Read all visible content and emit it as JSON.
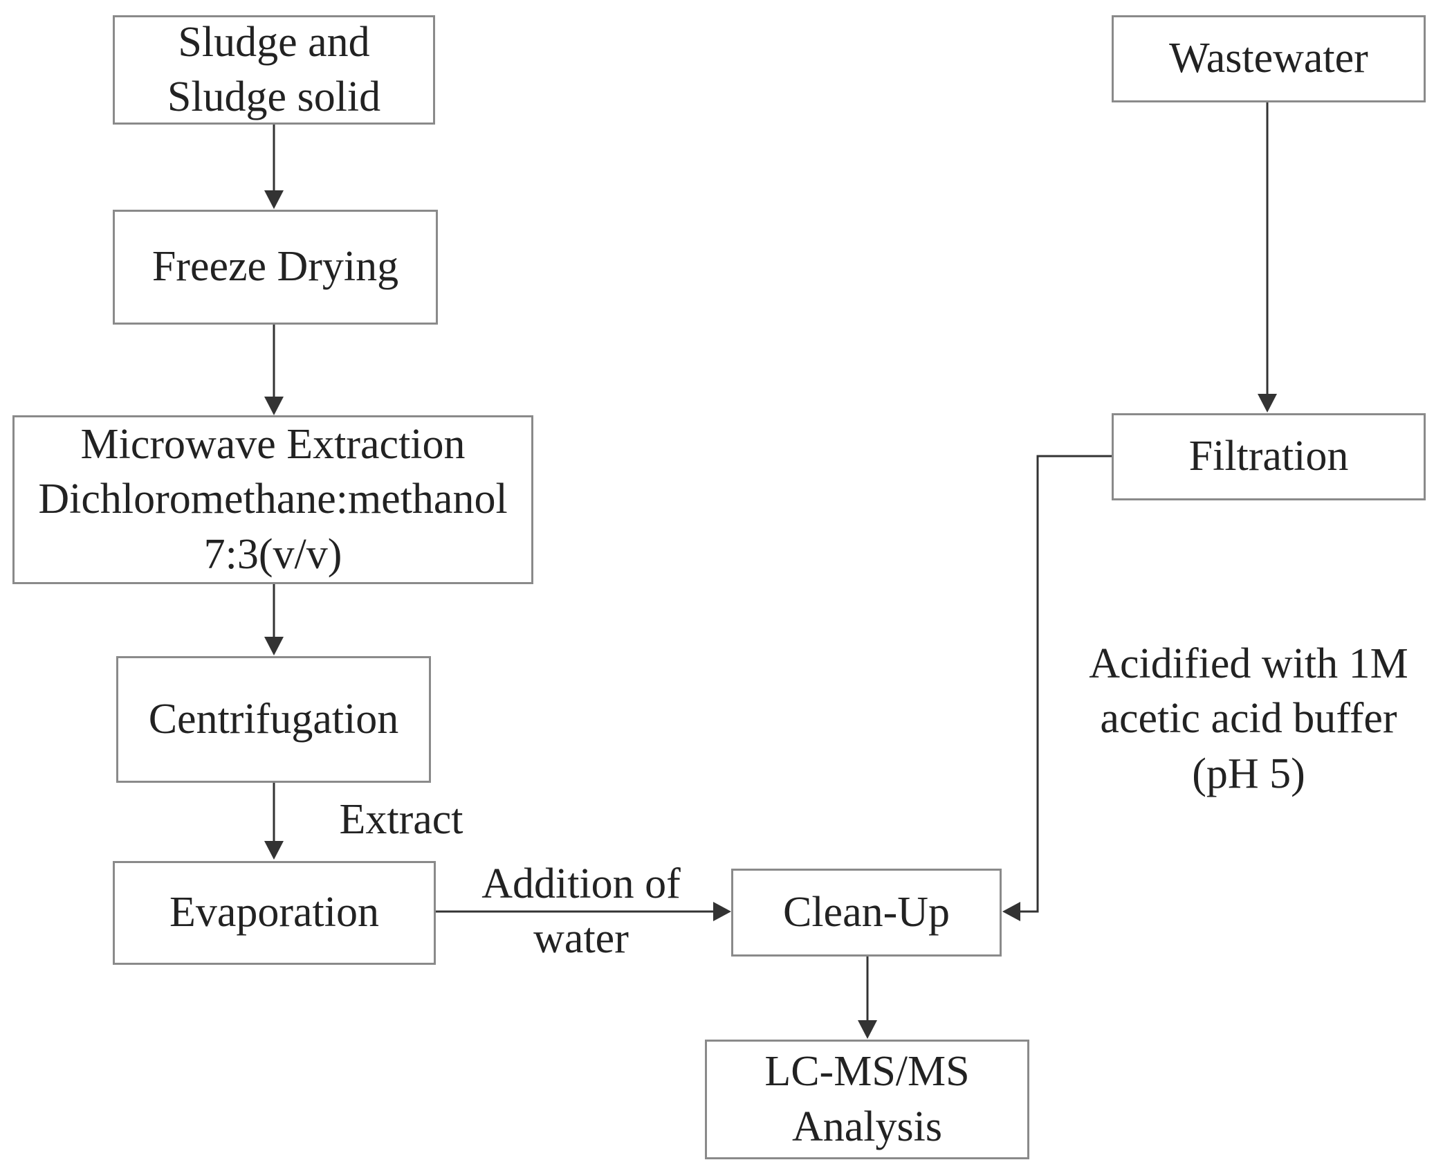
{
  "nodes": {
    "sludge": {
      "lines": [
        "Sludge and",
        "Sludge solid"
      ]
    },
    "freeze_drying": {
      "lines": [
        "Freeze Drying"
      ]
    },
    "microwave": {
      "lines": [
        "Microwave Extraction",
        "Dichloromethane:methanol",
        "7:3(v/v)"
      ]
    },
    "centrifugation": {
      "lines": [
        "Centrifugation"
      ]
    },
    "evaporation": {
      "lines": [
        "Evaporation"
      ]
    },
    "cleanup": {
      "lines": [
        "Clean-Up"
      ]
    },
    "lcms": {
      "lines": [
        "LC-MS/MS",
        "Analysis"
      ]
    },
    "wastewater": {
      "lines": [
        "Wastewater"
      ]
    },
    "filtration": {
      "lines": [
        "Filtration"
      ]
    }
  },
  "labels": {
    "extract": {
      "lines": [
        "Extract"
      ]
    },
    "addition": {
      "lines": [
        "Addition of",
        "water"
      ]
    },
    "acidified": {
      "lines": [
        "Acidified with 1M",
        "acetic acid buffer",
        "(pH 5)"
      ]
    }
  },
  "colors": {
    "box_border": "#8a8a8a",
    "arrow": "#333333",
    "text": "#222222"
  }
}
